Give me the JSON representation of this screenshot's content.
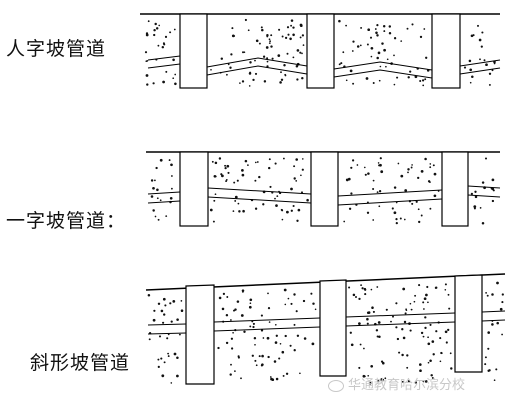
{
  "labels": {
    "herringbone": "人字坡管道",
    "single": "一字坡管道：",
    "inclined": "斜形坡管道"
  },
  "watermark": {
    "text": "华通教育哈尔滨分校",
    "icon": "chat-bubble-icon"
  },
  "colors": {
    "line": "#000000",
    "dots": "#111111",
    "watermark": "#c8c8c8"
  }
}
